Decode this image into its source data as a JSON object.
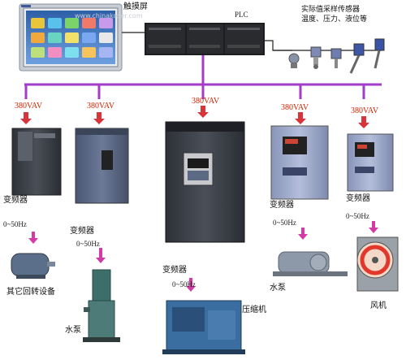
{
  "colors": {
    "bus": "#a33cc9",
    "arrow_red": "#d8343c",
    "arrow_magenta": "#d43aa6",
    "vfd_dark": "#3d4149",
    "vfd_blue": "#5d6a86",
    "vfd_light": "#9aa7c9"
  },
  "icons": [
    "touchscreen",
    "plc-module",
    "sensor",
    "inverter",
    "motor",
    "pump",
    "compressor",
    "fan"
  ],
  "touchscreen": {
    "label": "触摸屏"
  },
  "plc": {
    "label": "PLC"
  },
  "sensors": {
    "label_line1": "实际值采样传感器",
    "label_line2": "温度、压力、液位等"
  },
  "watermark": "www.chinakoser.com",
  "inverters": [
    {
      "power": "380VAV",
      "label": "变频器",
      "freq": "0~50Hz",
      "load": "其它回转设备"
    },
    {
      "power": "380VAV",
      "label": "变频器",
      "freq": "0~50Hz",
      "load": "水泵"
    },
    {
      "power": "380VAV",
      "label": "变频器",
      "freq": "0~50Hz",
      "load": "压缩机"
    },
    {
      "power": "380VAV",
      "label": "变频器",
      "freq": "0~50Hz",
      "load": "水泵"
    },
    {
      "power": "380VAV",
      "label": "变频器",
      "freq": "0~50Hz",
      "load": "风机"
    }
  ]
}
